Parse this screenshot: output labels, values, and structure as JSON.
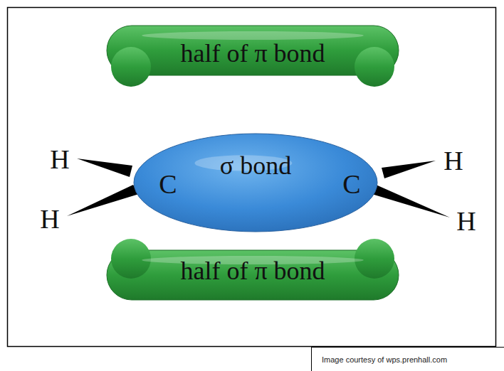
{
  "diagram": {
    "caption": "Image courtesy of wps.prenhall.com",
    "nodes": [
      {
        "text": [
          "half of π bond"
        ]
      },
      {
        "text": [
          "σ bond"
        ]
      },
      {
        "text": [
          "half of π bond"
        ]
      }
    ],
    "labels": [
      "H",
      "H",
      "C",
      "C",
      "H",
      "H"
    ]
  }
}
